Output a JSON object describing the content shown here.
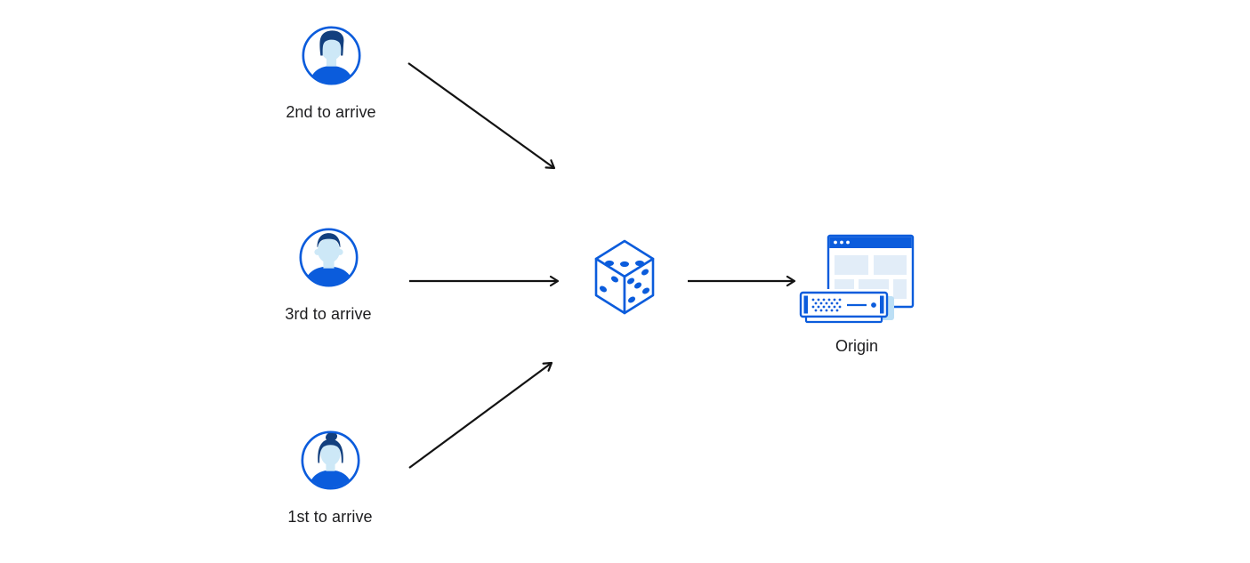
{
  "diagram": {
    "title": "",
    "colors": {
      "primary_blue": "#0B5CDC",
      "dark_navy": "#123F7E",
      "skin_blue": "#CDE8F7",
      "skin_shade": "#A9D3EE",
      "pale_block": "#E2EDF8",
      "shadow_blue": "#BCDFF5",
      "arrow": "#131313",
      "text": "#1D1D1F"
    },
    "nodes": [
      {
        "id": "visitor-2nd",
        "label": "2nd to arrive",
        "icon": "person-avatar-male-swept-hair-icon"
      },
      {
        "id": "visitor-3rd",
        "label": "3rd to arrive",
        "icon": "person-avatar-male-short-hair-icon"
      },
      {
        "id": "visitor-1st",
        "label": "1st to arrive",
        "icon": "person-avatar-female-bun-icon"
      },
      {
        "id": "randomizer",
        "label": "",
        "icon": "dice-icon"
      },
      {
        "id": "origin",
        "label": "Origin",
        "icon": "origin-server-browser-icon"
      }
    ],
    "edges": [
      {
        "from": "visitor-2nd",
        "to": "randomizer"
      },
      {
        "from": "visitor-3rd",
        "to": "randomizer"
      },
      {
        "from": "visitor-1st",
        "to": "randomizer"
      },
      {
        "from": "randomizer",
        "to": "origin"
      }
    ]
  }
}
